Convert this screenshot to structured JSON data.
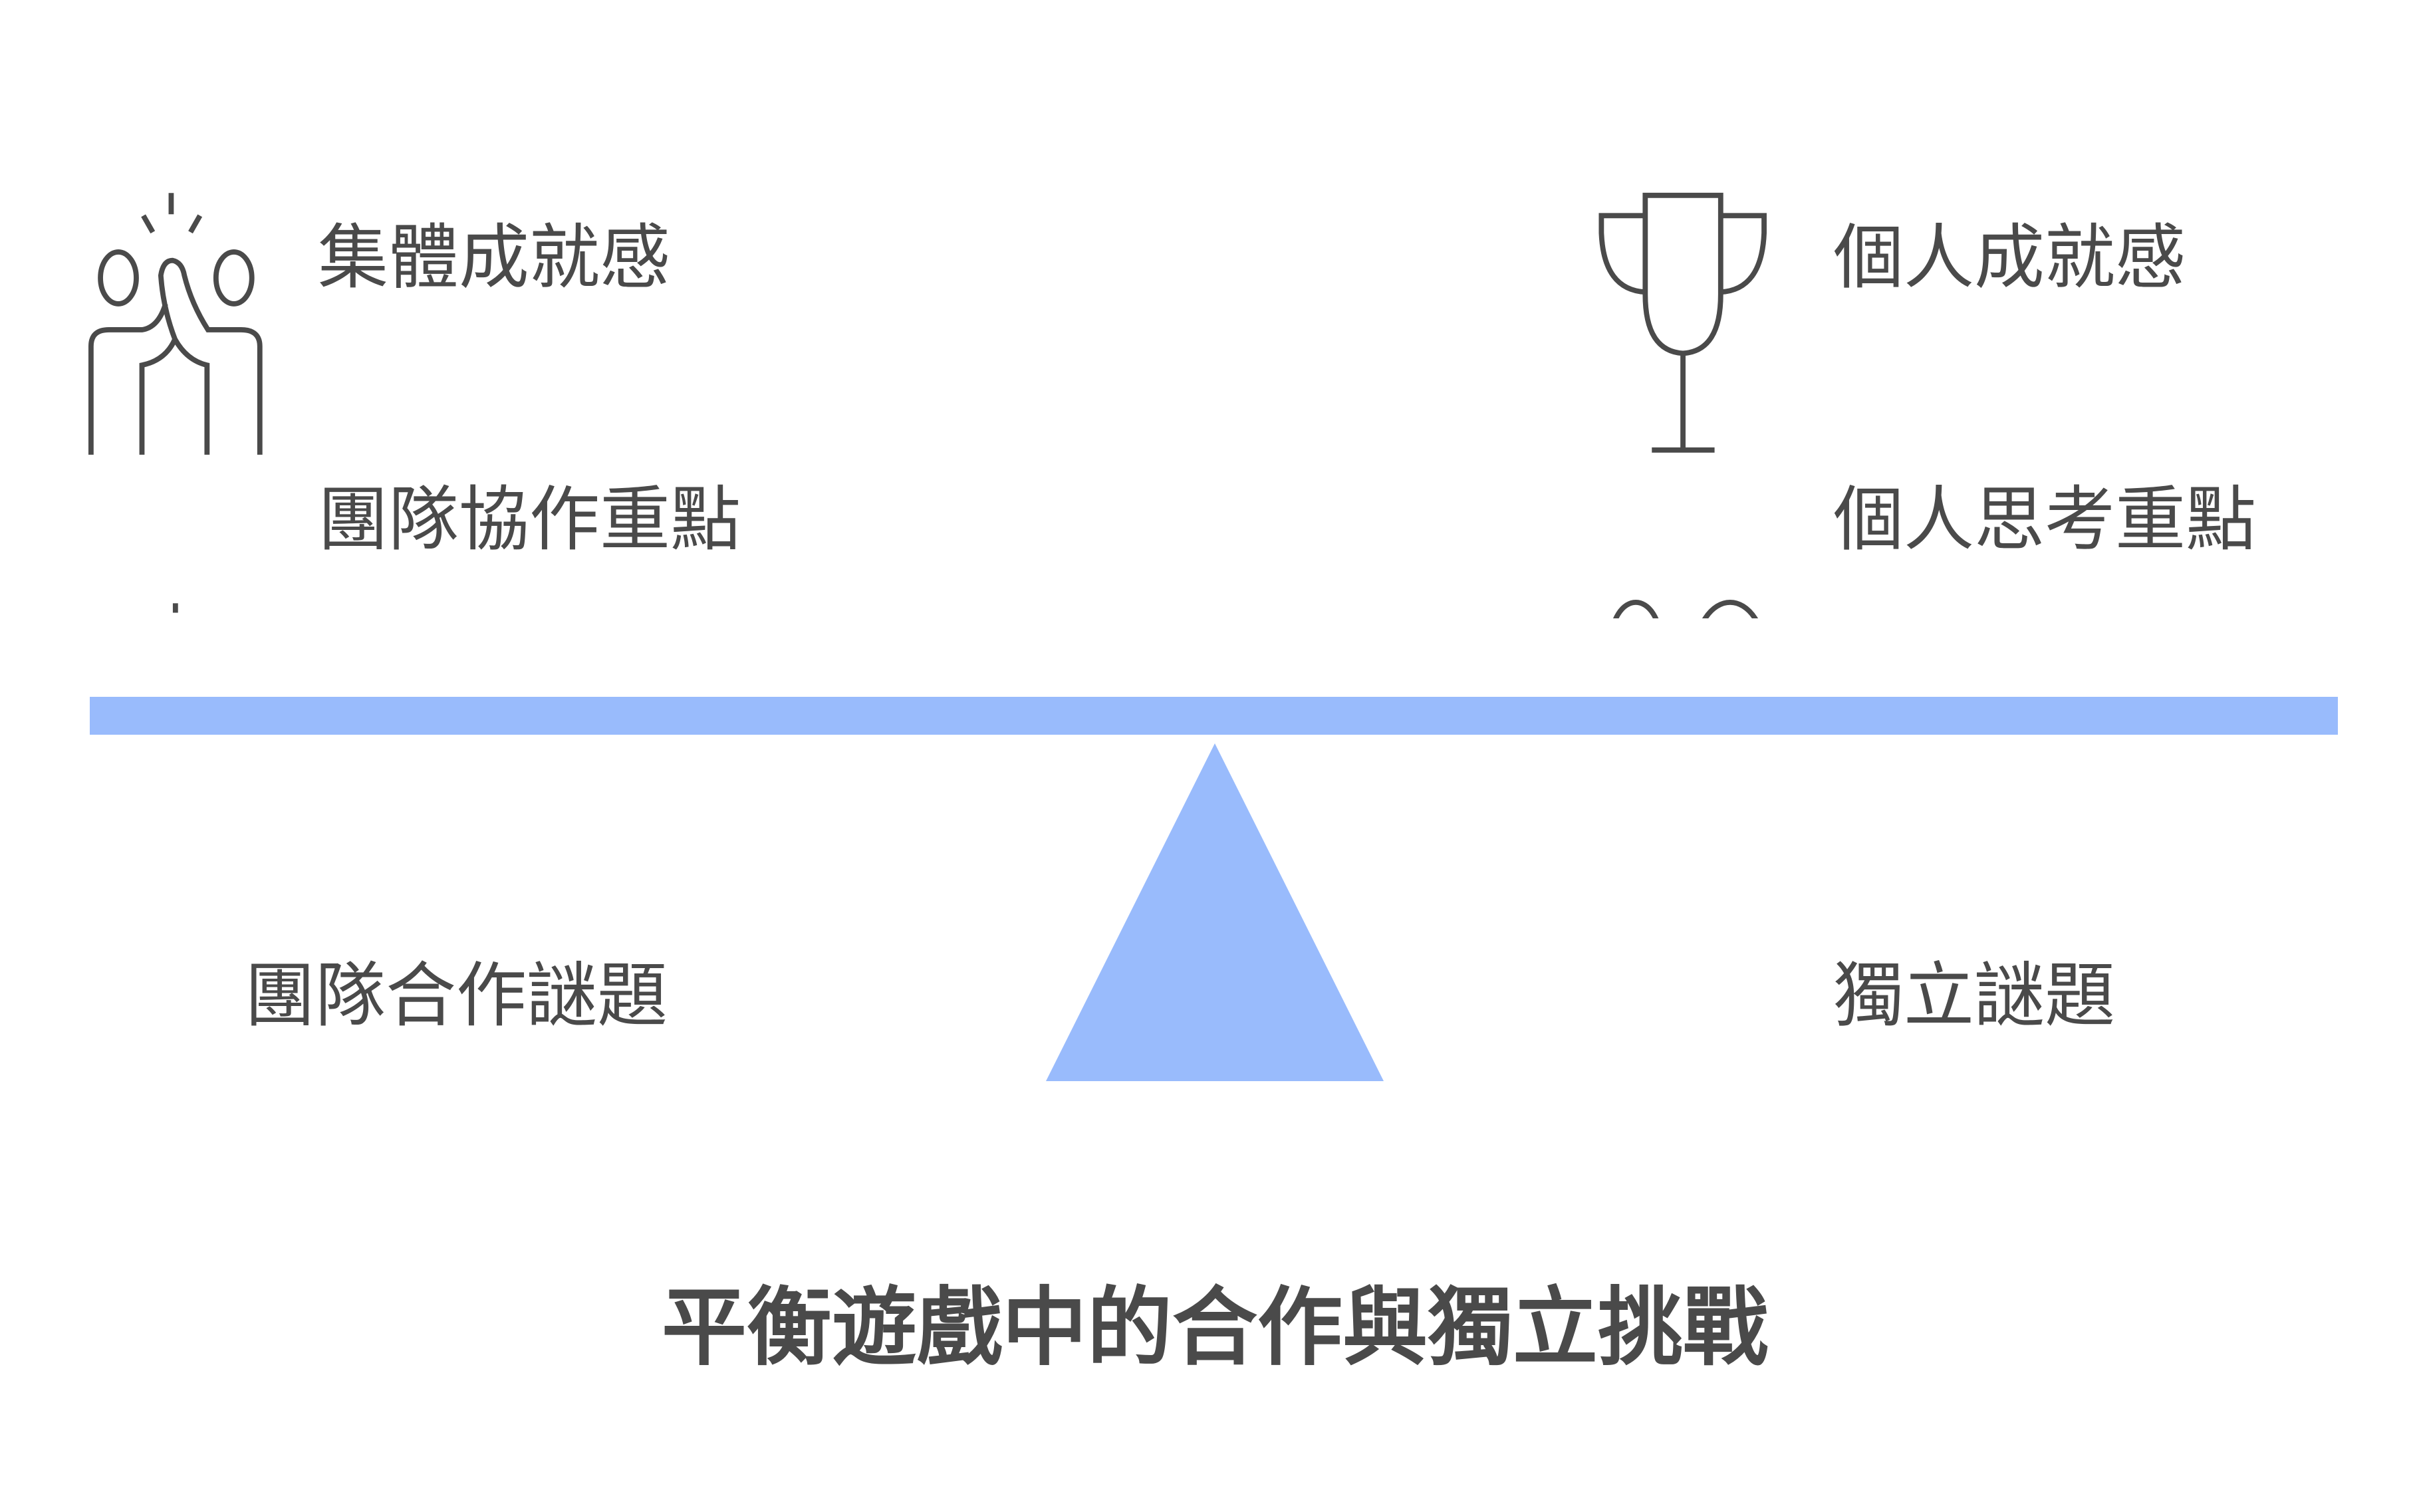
{
  "left": {
    "items": [
      {
        "label": "集體成就感",
        "icon": "high-five-icon"
      },
      {
        "label": "團隊協作重點",
        "icon": "team-idea-icon"
      }
    ],
    "puzzle": "團隊合作謎題"
  },
  "right": {
    "items": [
      {
        "label": "個人成就感",
        "icon": "trophy-icon"
      },
      {
        "label": "個人思考重點",
        "icon": "person-idea-icon"
      }
    ],
    "puzzle": "獨立謎題"
  },
  "title": "平衡遊戲中的合作與獨立挑戰",
  "colors": {
    "beam": "#99bbfc",
    "text": "#4a4a4a"
  }
}
